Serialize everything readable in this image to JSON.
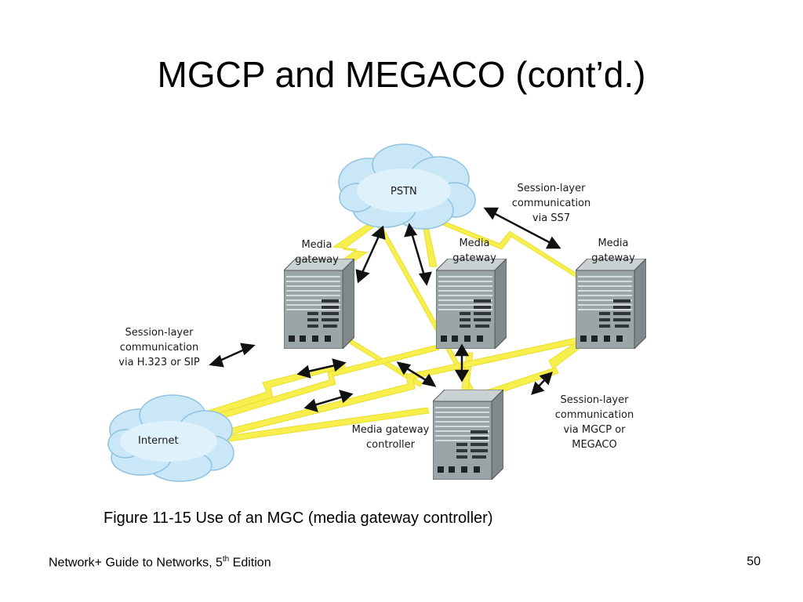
{
  "slide": {
    "title": "MGCP and MEGACO (cont’d.)",
    "caption": "Figure 11-15 Use of an MGC (media gateway controller)",
    "footer": {
      "book": "Network+ Guide to Networks, 5",
      "superscript": "th",
      "edition": " Edition",
      "page_number": "50"
    }
  },
  "diagram": {
    "clouds": {
      "pstn": "PSTN",
      "internet": "Internet"
    },
    "devices": {
      "gateway_left": [
        "Media",
        "gateway"
      ],
      "gateway_middle": [
        "Media",
        "gateway"
      ],
      "gateway_right": [
        "Media",
        "gateway"
      ],
      "controller": [
        "Media gateway",
        "controller"
      ]
    },
    "annotations": {
      "ss7": [
        "Session-layer",
        "communication",
        "via SS7"
      ],
      "h323_sip": [
        "Session-layer",
        "communication",
        "via H.323 or SIP"
      ],
      "mgcp_megaco": [
        "Session-layer",
        "communication",
        "via MGCP or",
        "MEGACO"
      ]
    },
    "colors": {
      "lightning": "#f6ef45",
      "cloud": "#c9e7f7",
      "server": "#9aa5a8"
    }
  }
}
